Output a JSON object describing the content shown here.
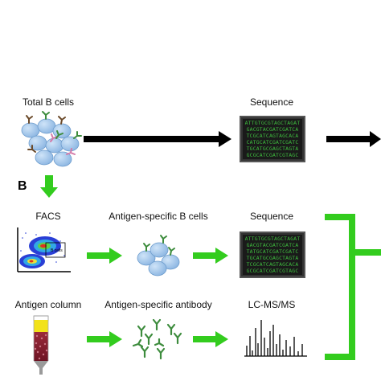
{
  "panel_b": {
    "letter": "B"
  },
  "labels": {
    "total_b_cells": "Total B cells",
    "sequence_top": "Sequence",
    "facs": "FACS",
    "antigen_specific_b_cells": "Antigen-specific B cells",
    "sequence_mid": "Sequence",
    "antigen_column": "Antigen column",
    "antigen_specific_antibody": "Antigen-specific antibody",
    "lcmsms": "LC-MS/MS"
  },
  "facs_plot_text": "B cells",
  "sequence_top_lines": [
    "ATTGTGCGTAGCTAGAT",
    "GACGTACGATCGATCA",
    "TCGCATCAGTAGCACA",
    "CATGCATCGATCGATC",
    "TGCATGCGAGCTAGTA",
    "GCGCATCGATCGTAGC"
  ],
  "sequence_mid_lines": [
    "ATTGTGCGTAGCTAGAT",
    "GACGTACGATCGATCA",
    "TATGCATCGATCGATC",
    "TGCATGCGAGCTAGTA",
    "TCGCATCAGTAGCACA",
    "GCGCATCGATCGTAGC"
  ],
  "colors": {
    "green_arrow": "#33cc1e",
    "black_arrow": "#000000",
    "cell_blue": "#9dc3ea",
    "seq_text": "#3fbf3f"
  }
}
